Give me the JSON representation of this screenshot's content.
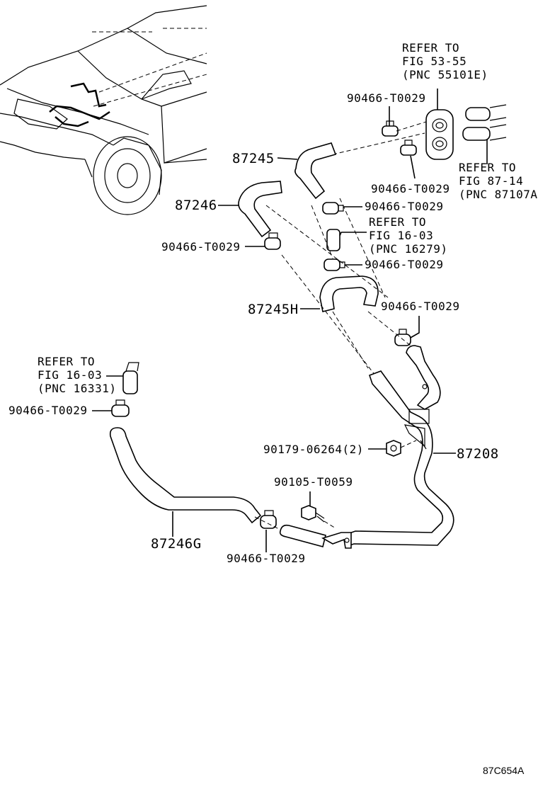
{
  "refs": {
    "fig53": [
      "REFER TO",
      "FIG 53-55",
      "(PNC 55101E)"
    ],
    "fig87": [
      "REFER TO",
      "FIG 87-14",
      "(PNC 87107A"
    ],
    "fig16a": [
      "REFER TO",
      "FIG 16-03",
      "(PNC 16279)"
    ],
    "fig16b": [
      "REFER TO",
      "FIG 16-03",
      "(PNC 16331)"
    ]
  },
  "parts": {
    "clamp_top_left": "90466-T0029",
    "clamp_top_right": "90466-T0029",
    "p87245": "87245",
    "clamp_mid_a": "90466-T0029",
    "p87246": "87246",
    "clamp_left_a": "90466-T0029",
    "clamp_mid_b": "90466-T0029",
    "p87245h": "87245H",
    "clamp_right_b": "90466-T0029",
    "clamp_left_b": "90466-T0029",
    "bolt": "90179-06264(2)",
    "p87208": "87208",
    "screw": "90105-T0059",
    "p87246g": "87246G",
    "clamp_bottom": "90466-T0029"
  },
  "diagram_code": "87C654A"
}
